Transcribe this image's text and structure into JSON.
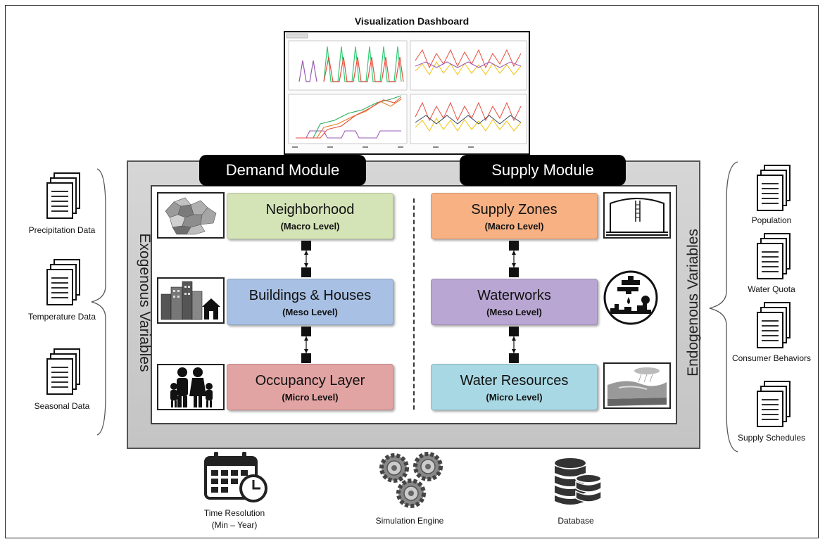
{
  "dashboard": {
    "title": "Visualization Dashboard"
  },
  "modules": {
    "demand": "Demand Module",
    "supply": "Supply Module"
  },
  "side_labels": {
    "left": "Exogenous Variables",
    "right": "Endogenous Variables"
  },
  "demand_levels": [
    {
      "title": "Neighborhood",
      "level": "(Macro Level)",
      "color": "#d5e4b7"
    },
    {
      "title": "Buildings & Houses",
      "level": "(Meso Level)",
      "color": "#a7c0e3"
    },
    {
      "title": "Occupancy  Layer",
      "level": "(Micro Level)",
      "color": "#e2a3a3"
    }
  ],
  "supply_levels": [
    {
      "title": "Supply Zones",
      "level": "(Macro Level)",
      "color": "#f7b183"
    },
    {
      "title": "Waterworks",
      "level": "(Meso Level)",
      "color": "#b9a6d2"
    },
    {
      "title": "Water Resources",
      "level": "(Micro Level)",
      "color": "#a8d8e4"
    }
  ],
  "exogenous_inputs": [
    "Precipitation Data",
    "Temperature Data",
    "Seasonal Data"
  ],
  "endogenous_inputs": [
    "Population",
    "Water Quota",
    "Consumer Behaviors",
    "Supply Schedules"
  ],
  "bottom": {
    "time": "Time Resolution",
    "time_range": "(Min – Year)",
    "engine": "Simulation Engine",
    "database": "Database"
  }
}
